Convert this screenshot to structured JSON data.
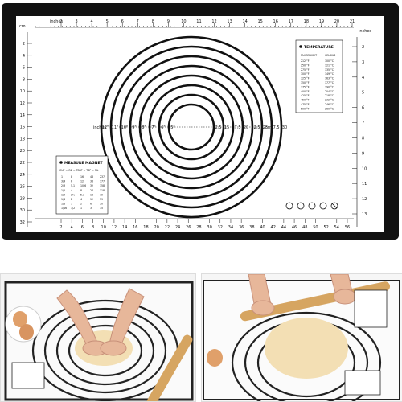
{
  "mat": {
    "top_unit": "inches",
    "top_unit_right": "inches",
    "left_unit": "cm",
    "bottom_unit": "cm",
    "center_unit_left": "inches",
    "center_unit_right": "cm",
    "top_inch_ticks": [
      "2",
      "3",
      "4",
      "5",
      "6",
      "7",
      "8",
      "9",
      "10",
      "11",
      "12",
      "13",
      "14",
      "15",
      "16",
      "17",
      "18",
      "19",
      "20",
      "21"
    ],
    "left_cm_ticks": [
      "2",
      "4",
      "6",
      "8",
      "10",
      "12",
      "14",
      "16",
      "18",
      "20",
      "22",
      "24",
      "26",
      "28",
      "30",
      "32"
    ],
    "right_inch_ticks": [
      "2",
      "3",
      "4",
      "5",
      "6",
      "7",
      "8",
      "9",
      "10",
      "11",
      "12",
      "13"
    ],
    "bottom_cm_ticks": [
      "2",
      "4",
      "6",
      "8",
      "10",
      "12",
      "14",
      "16",
      "18",
      "20",
      "22",
      "24",
      "26",
      "28",
      "30",
      "32",
      "34",
      "36",
      "38",
      "40",
      "42",
      "44",
      "46",
      "48",
      "50",
      "52",
      "54",
      "56"
    ],
    "left_circle_labels": [
      "12\"",
      "11\"",
      "10\"",
      "9\"",
      "8\"",
      "7\"",
      "6\"",
      "5\""
    ],
    "right_circle_labels": [
      "12.5",
      "15",
      "17.5",
      "20",
      "22.5",
      "25",
      "27.5",
      "30"
    ],
    "temperature": {
      "title": "TEMPERATURE",
      "headers": [
        "FAHRENHEIT",
        "CELSIUS"
      ],
      "rows": [
        [
          "212 °F",
          "100 °C"
        ],
        [
          "250 °F",
          "121 °C"
        ],
        [
          "275 °F",
          "135 °C"
        ],
        [
          "300 °F",
          "149 °C"
        ],
        [
          "325 °F",
          "163 °C"
        ],
        [
          "350 °F",
          "177 °C"
        ],
        [
          "375 °F",
          "190 °C"
        ],
        [
          "400 °F",
          "204 °C"
        ],
        [
          "425 °F",
          "218 °C"
        ],
        [
          "450 °F",
          "232 °C"
        ],
        [
          "475 °F",
          "246 °C"
        ],
        [
          "500 °F",
          "260 °C"
        ]
      ]
    },
    "measure": {
      "title": "MEASURE MAGNET",
      "headers": "CUP = OZ = TBSP = TSP = ML",
      "rows": [
        [
          "1",
          "8",
          "16",
          "48",
          "237"
        ],
        [
          "3/4",
          "6",
          "12",
          "36",
          "177"
        ],
        [
          "2/3",
          "5.1",
          "10.6",
          "32",
          "158"
        ],
        [
          "1/2",
          "4",
          "8",
          "24",
          "118"
        ],
        [
          "1/3",
          "2⅔",
          "5.3",
          "16",
          "79"
        ],
        [
          "1/4",
          "2",
          "4",
          "12",
          "59"
        ],
        [
          "1/8",
          "1",
          "2",
          "6",
          "30"
        ],
        [
          "1/16",
          "1/2",
          "1",
          "3",
          "15"
        ]
      ]
    }
  },
  "colors": {
    "mat_border": "#111111",
    "mat_surface": "#ffffff",
    "ink": "#111111",
    "dough": "#f3dfb4",
    "rolling_pin": "#d6a561",
    "egg": "#e0a06a",
    "skin": "#e7b79a"
  }
}
